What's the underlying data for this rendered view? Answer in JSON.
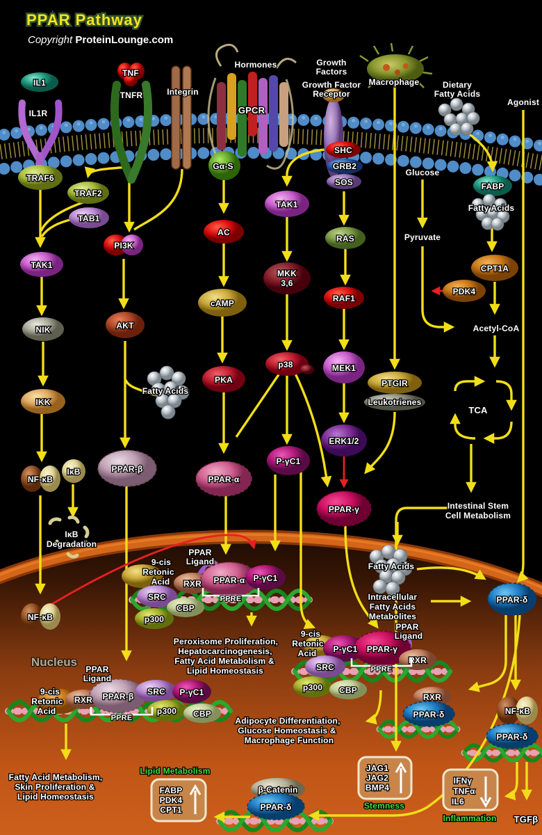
{
  "title": "PPAR Pathway",
  "copyright": [
    "Copyright ",
    "ProteinLounge.com"
  ],
  "colors": {
    "arrow_yellow": "#f2de18",
    "inhibit_red": "#e82020",
    "label_green": "#3ce23c",
    "nucleus_orange": "#c45612",
    "membrane_blue": "#4f8cc8",
    "title_yellow": "#f2e51c"
  },
  "labels": {
    "il1": "IL1",
    "il1r": "IL1R",
    "tnf": "TNF",
    "tnfr": "TNFR",
    "integrin": "Integrin",
    "hormones": "Hormones",
    "gpcr": "GPCR",
    "gas": "Gα-S",
    "growth_factors": [
      "Growth",
      "Factors"
    ],
    "gf_receptor": [
      "Growth Factor",
      "Receptor"
    ],
    "shc": "SHC",
    "grb2": "GRB2",
    "sos": "SOS",
    "macrophage": "Macrophage",
    "dietary_fa": [
      "Dietary",
      "Fatty Acids"
    ],
    "agonist": "Agonist",
    "traf6": "TRAF6",
    "traf2": "TRAF2",
    "tab1": "TAB1",
    "tak1": "TAK1",
    "nik": "NIK",
    "ikk": "IKK",
    "nfkb": "NF-κB",
    "ikb": "IκB",
    "ikb_degradation": [
      "IκB",
      "Degradation"
    ],
    "pi3k": "PI3K",
    "akt": "AKT",
    "fatty_acids": "Fatty Acids",
    "ppar_beta": "PPAR-β",
    "ppar_alpha": "PPAR-α",
    "ppar_gamma": "PPAR-γ",
    "ppar_delta": "PPAR-δ",
    "ac": "AC",
    "camp": "cAMP",
    "pka": "PKA",
    "mkk36": [
      "MKK",
      "3,6"
    ],
    "p38": "p38",
    "pgc1": "P-γC1",
    "ras": "RAS",
    "raf1": "RAF1",
    "mek1": "MEK1",
    "erk12": "ERK1/2",
    "ptgir": "PTGIR",
    "leukotrienes": "Leukotrienes",
    "glucose": "Glucose",
    "pyruvate": "Pyruvate",
    "pdk4": "PDK4",
    "cpt1a": "CPT1A",
    "fabp": "FABP",
    "acetyl_coa": "Acetyl-CoA",
    "tca": "TCA",
    "intestinal": [
      "Intestinal Stem",
      "Cell Metabolism"
    ],
    "intracellular": [
      "Intracellular",
      "Fatty Acids",
      "Metabolites"
    ],
    "nucleus": "Nucleus",
    "ppar_ligand": [
      "PPAR",
      "Ligand"
    ],
    "retinoic": [
      "9-cis",
      "Retonic",
      "Acid"
    ],
    "rxr": "RXR",
    "src": "SRC",
    "p300": "p300",
    "cbp": "CBP",
    "ppre": "PPRE",
    "beta_catenin": "β-Catenin",
    "peroxisome": [
      "Peroxisome Proliferation,",
      "Hepatocarcinogenesis,",
      "Fatty Acid Metabolism &",
      "Lipid Homeostasis"
    ],
    "adipocyte": [
      "Adipocyte Differentiation,",
      "Glucose Homeostasis &",
      "Macrophage Function"
    ],
    "fatty_skin": [
      "Fatty Acid Metabolism,",
      "Skin Proliferation &",
      "Lipid Homeostasis"
    ],
    "lipid_metabolism": "Lipid Metabolism",
    "lipid_genes": [
      "FABP",
      "PDK4",
      "CPT1"
    ],
    "jag_genes": [
      "JAG1",
      "JAG2",
      "BMP4"
    ],
    "stemness": "Stemness",
    "ifn_genes": [
      "IFNγ",
      "TNFα",
      "IL6"
    ],
    "inflammation": "Inflammation",
    "tgfb": "TGFβ"
  }
}
